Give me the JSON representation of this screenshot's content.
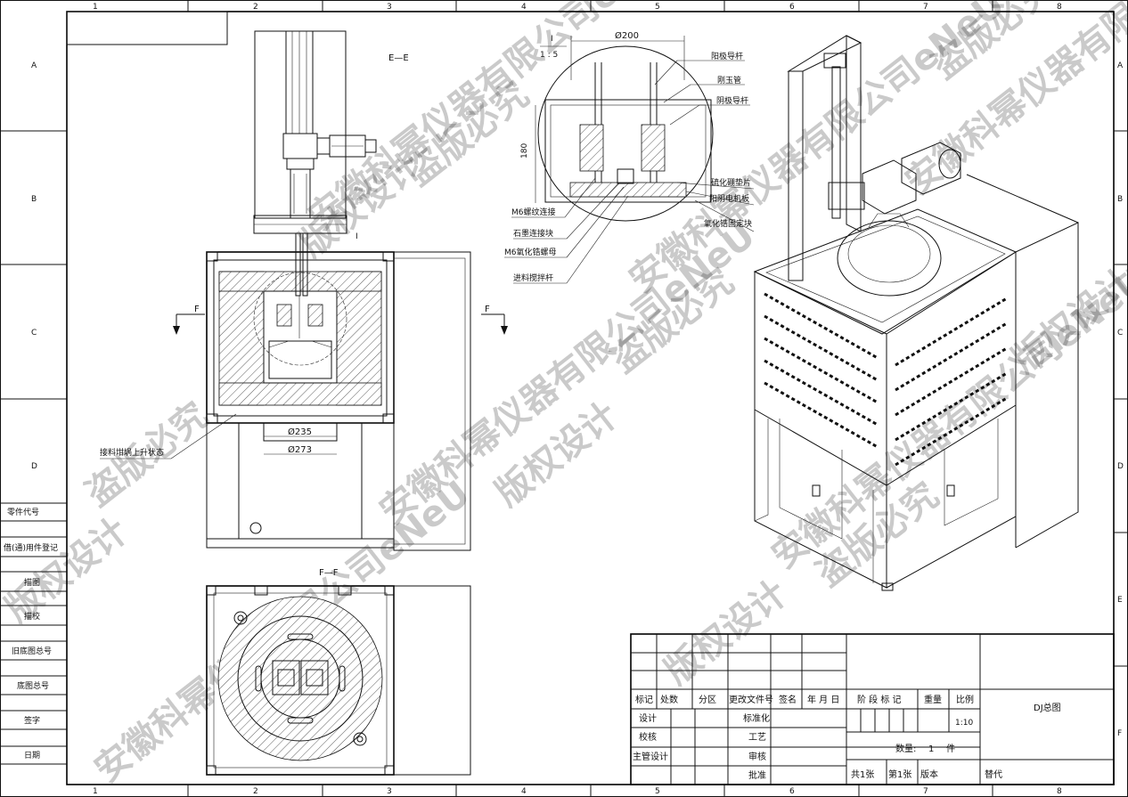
{
  "zones": {
    "columns": [
      "1",
      "2",
      "3",
      "4",
      "5",
      "6",
      "7",
      "8"
    ],
    "rows": [
      "A",
      "B",
      "C",
      "D",
      "E",
      "F"
    ]
  },
  "views": {
    "section_ee": "E—E",
    "section_ff": "F—F",
    "cut_f": "F",
    "detail_mark": "I",
    "detail_id": "I",
    "detail_scale": "1 : 5",
    "dia_200": "Ø200",
    "dim_180": "180",
    "dia_235": "Ø235",
    "dia_273": "Ø273"
  },
  "callouts": {
    "anode_rod": "阳极导杆",
    "corundum_tube": "刚玉管",
    "cathode_rod": "阴极导杆",
    "bn_gasket": "硫化硼垫片",
    "electrode_plate": "阳阴电机板",
    "zro_block": "氧化锆固定块",
    "m6_thread": "M6螺纹连接",
    "graphite_block": "石墨连接块",
    "m6_nut": "M6氧化锆螺母",
    "stir_rod": "进料搅拌杆",
    "crucible_lift": "接料坩埚上升状态"
  },
  "left_strip": [
    "零件代号",
    "借(通)用件登记",
    "描图",
    "描校",
    "旧底图总号",
    "底图总号",
    "签字",
    "日期"
  ],
  "title_block": {
    "rev_headers": [
      "标记",
      "处数",
      "分区",
      "更改文件号",
      "签名",
      "年 月 日"
    ],
    "stage_mark": "阶 段 标 记",
    "weight": "重量",
    "ratio": "比例",
    "ratio_value": "1:10",
    "drawing_name": "DJ总图",
    "roles_left": [
      "设计",
      "校核",
      "主管设计"
    ],
    "roles_mid": [
      "标准化",
      "工艺",
      "审核",
      "批准"
    ],
    "quantity_label": "数量:",
    "quantity_value": "1",
    "quantity_unit": "件",
    "sheets_total": "共1张",
    "sheet_no": "第1张",
    "version": "版本",
    "replace": "替代"
  },
  "watermark": {
    "company": "安徽科幂仪器有限公司eNeU",
    "copyright": "盗版必究",
    "design": "版权设计"
  }
}
